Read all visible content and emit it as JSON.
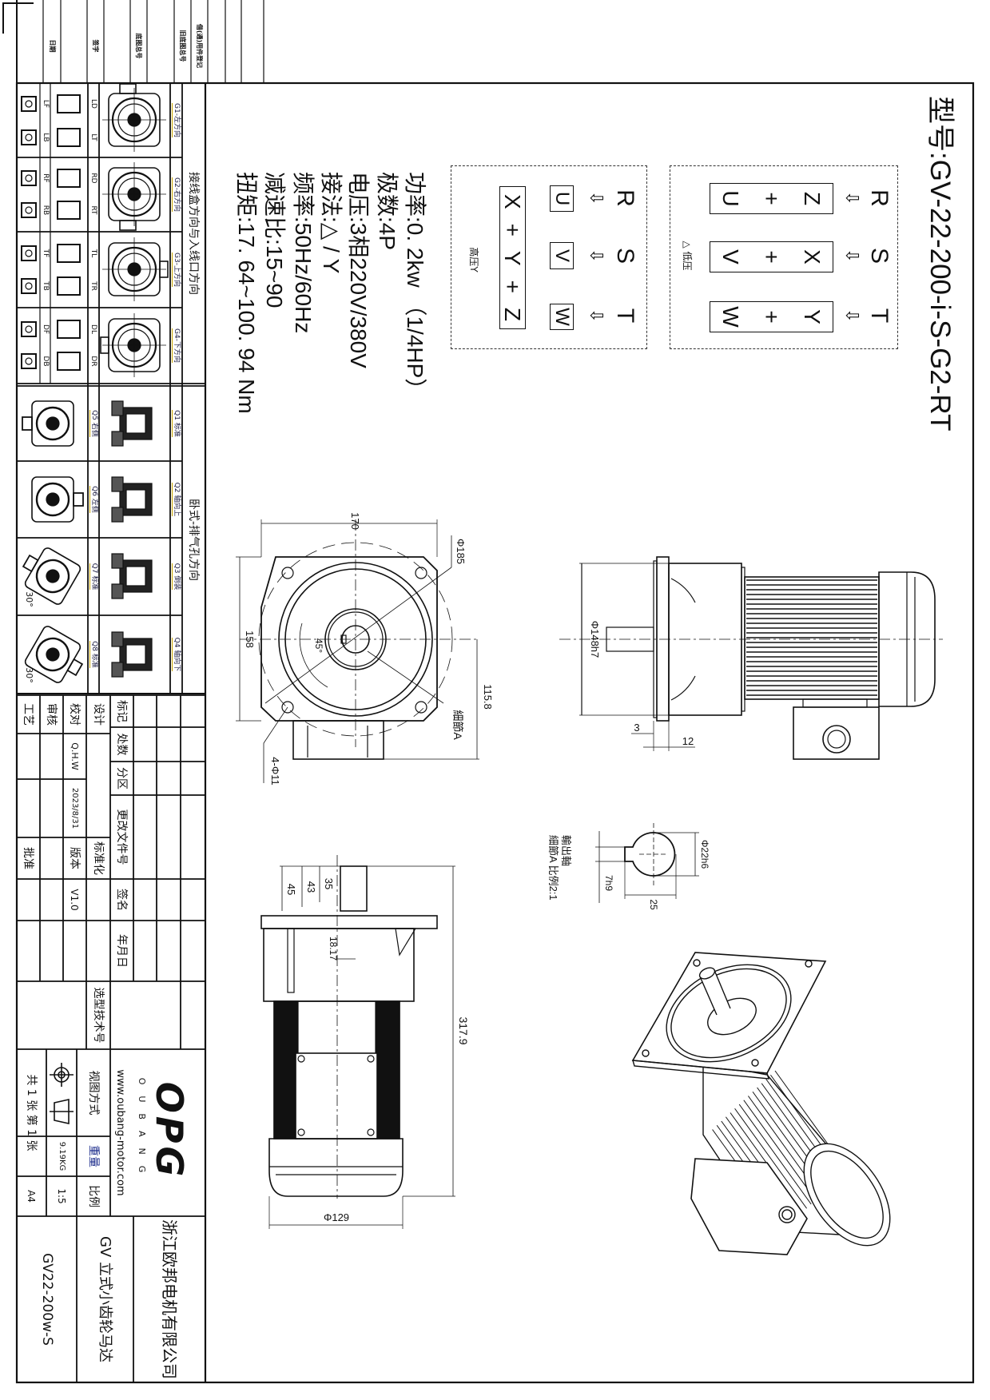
{
  "header_strip": {
    "labels": [
      "日期",
      "签字",
      "底图总号",
      "旧底图总号",
      "借(通)用件登记"
    ]
  },
  "model": "型号:GV-22-200-i-S-G2-RT",
  "wiring": {
    "low": {
      "label": "△ 低压",
      "terminals": [
        "R",
        "S",
        "T"
      ],
      "arrow": "⇩",
      "pairs": [
        [
          "Z",
          "+",
          "U"
        ],
        [
          "X",
          "+",
          "V"
        ],
        [
          "Y",
          "+",
          "W"
        ]
      ]
    },
    "high": {
      "label": "高压Y",
      "terminals": [
        "R",
        "S",
        "T"
      ],
      "arrow": "⇩",
      "boxes": [
        "U",
        "V",
        "W"
      ],
      "star": [
        "X",
        "+",
        "Y",
        "+",
        "Z"
      ]
    }
  },
  "specs": [
    "功率:0. 2kw （1/4HP）",
    "极数:4P",
    "电压:3相220V/380V",
    "接法:△ / Y",
    "频率:50Hz/60Hz",
    "减速比:15~90",
    "扭矩:17. 64~100. 94 Nm"
  ],
  "junction_table": {
    "title": "接线盒方向与入线口方向",
    "groups": [
      {
        "label": "G1-左方向",
        "sub_top": [
          "LD",
          "LT"
        ],
        "sub_bottom": [
          "LF",
          "LB"
        ]
      },
      {
        "label": "G2-右方向",
        "sub_top": [
          "RD",
          "RT"
        ],
        "sub_bottom": [
          "RF",
          "RB"
        ]
      },
      {
        "label": "G3-上方向",
        "sub_top": [
          "TL",
          "TR"
        ],
        "sub_bottom": [
          "TF",
          "TB"
        ]
      },
      {
        "label": "G4-下方向",
        "sub_top": [
          "DL",
          "DR"
        ],
        "sub_bottom": [
          "DF",
          "DB"
        ]
      }
    ]
  },
  "vent_table": {
    "title": "卧式-排气孔方向",
    "top": [
      "Q1  标准",
      "Q2  轴向上",
      "Q3  倒装",
      "Q4  轴向下"
    ],
    "bottom": [
      "Q5  右侧",
      "Q6  左侧",
      "Q7  标准",
      "Q8  标准"
    ],
    "angle": "30°"
  },
  "dims": {
    "side": {
      "dia": "Φ148h7",
      "a": "3",
      "b": "12"
    },
    "front": {
      "width": "170",
      "pcd": "Φ185",
      "height": "158",
      "angle": "45°",
      "offset": "115.8",
      "holes": "4-Φ11",
      "detail": "細節A"
    },
    "detail": {
      "title": "輸出軸",
      "subtitle": "細節A  比例2:1",
      "dia": "Φ22h6",
      "width": "25",
      "key": "7h9"
    },
    "vertical": {
      "d35": "35",
      "d43": "43",
      "d45": "45",
      "d18": "18.17",
      "length": "317.9",
      "dia": "Φ129"
    }
  },
  "title_block": {
    "revision_headers": [
      "标记",
      "处数",
      "分区",
      "更改文件号",
      "签名",
      "年月日"
    ],
    "design": "设计",
    "standardize": "标准化",
    "selection_no": "选型技术号",
    "check": "校对",
    "checker": "Q.H.W",
    "date": "2023/8/31",
    "version_label": "版本",
    "version": "V1.0",
    "review": "审核",
    "process": "工艺",
    "approve": "批准",
    "view_method": "视图方式",
    "weight_label": "重量",
    "weight": "9.19KG",
    "scale_label": "比例",
    "scale": "1:5",
    "sheets": "共 1 张  第 1 张",
    "paper": "A4",
    "logo": "OPG",
    "brand": "OUBANG",
    "website": "www.oubang-motor.com",
    "company": "浙江欧邦电机有限公司",
    "product": "GV  立式小齿轮马达",
    "part_no": "GV22-200w-S"
  }
}
